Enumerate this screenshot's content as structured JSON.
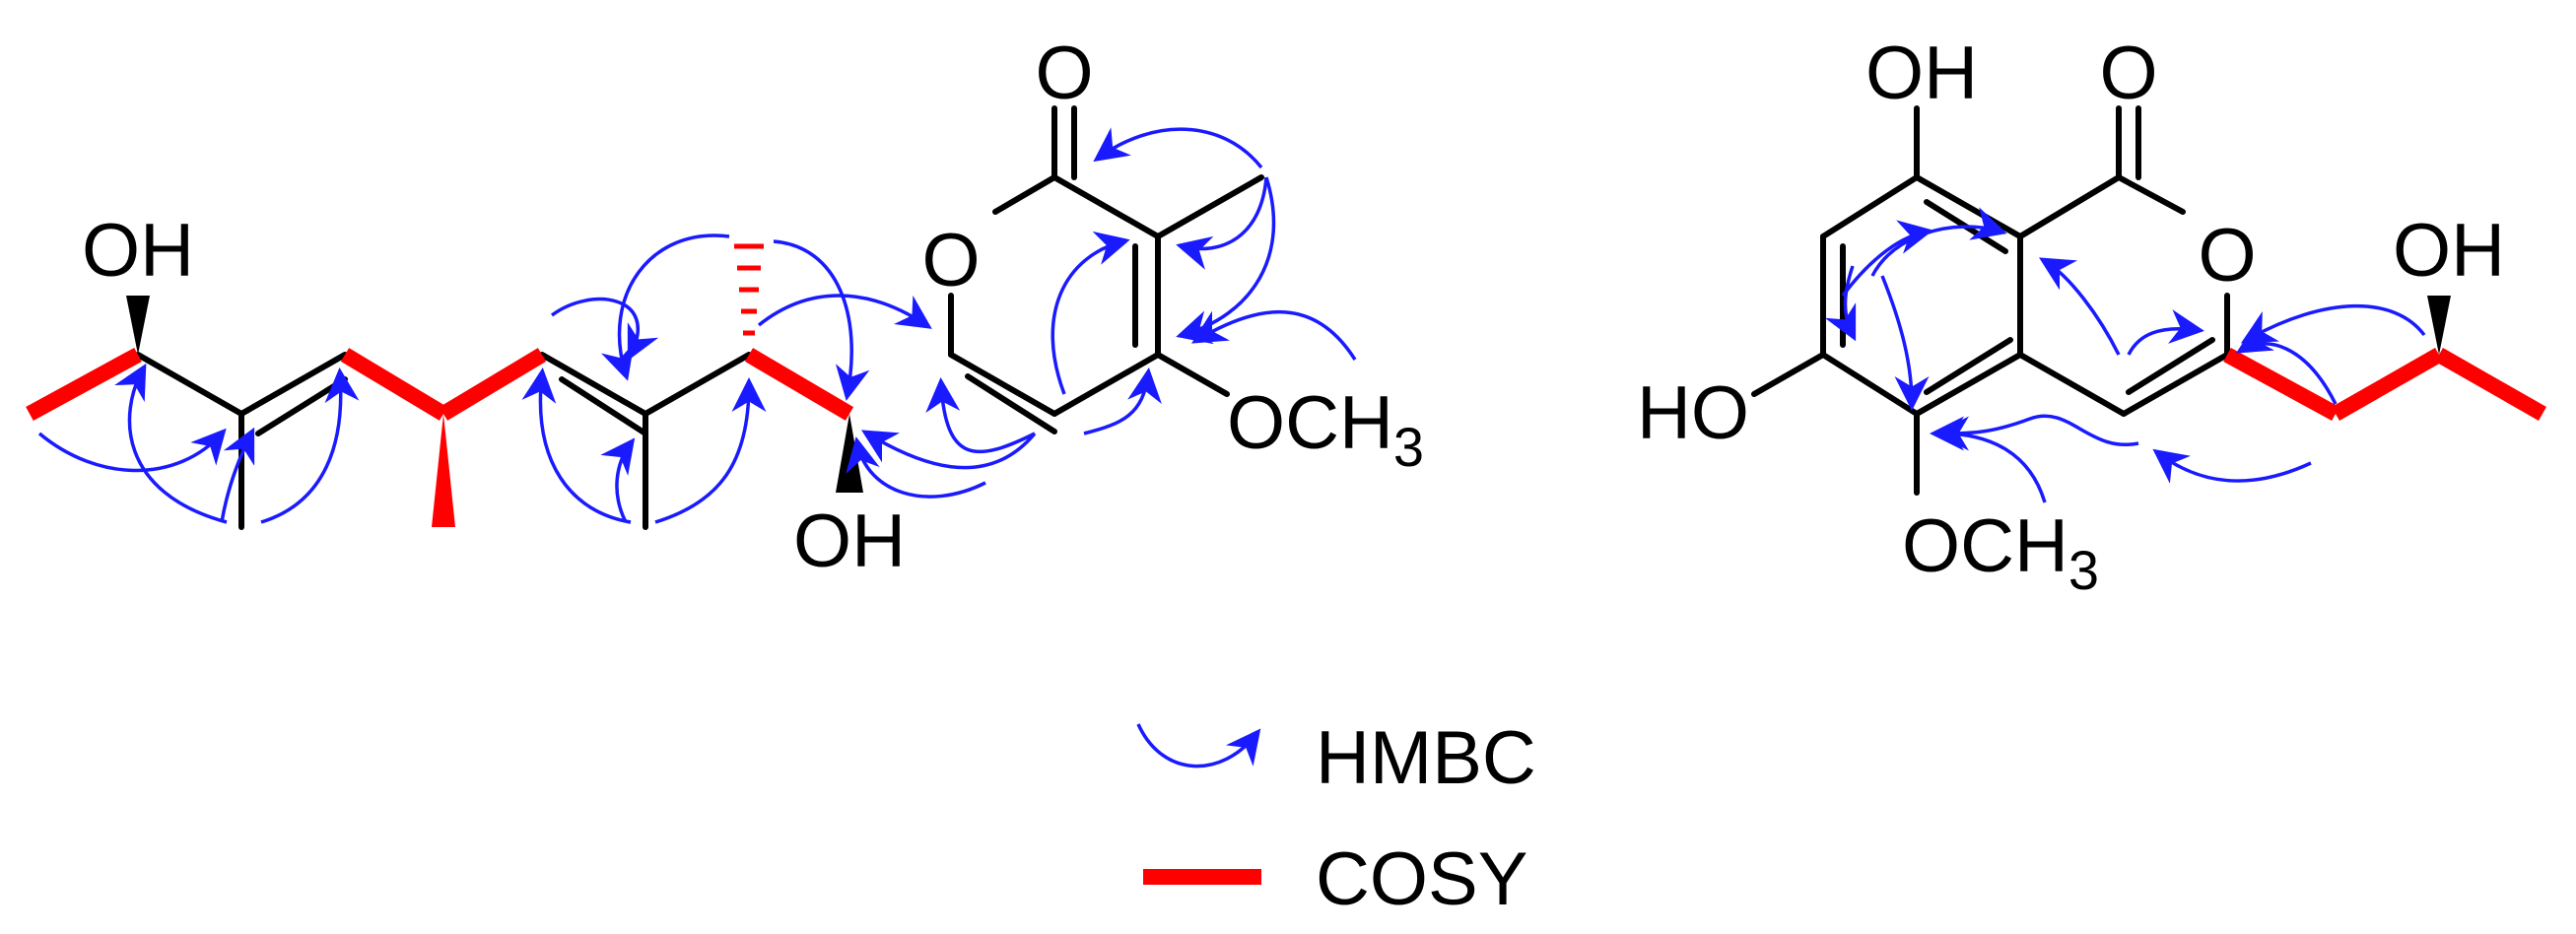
{
  "molecule_left": {
    "labels": {
      "oh_top": "OH",
      "oh_bottom": "OH",
      "carbonyl_o": "O",
      "ring_o": "O",
      "methoxy": "OCH",
      "methoxy_sub": "3"
    }
  },
  "molecule_right": {
    "labels": {
      "oh_top": "OH",
      "oh_left": "HO",
      "carbonyl_o": "O",
      "ring_o": "O",
      "oh_chain": "OH",
      "methoxy": "OCH",
      "methoxy_sub": "3"
    }
  },
  "legend": {
    "hmbc_label": "HMBC",
    "cosy_label": "COSY",
    "hmbc_color": "#1a1aff",
    "cosy_color": "#ff0000"
  },
  "colors": {
    "bond": "#000000",
    "background": "#ffffff"
  }
}
